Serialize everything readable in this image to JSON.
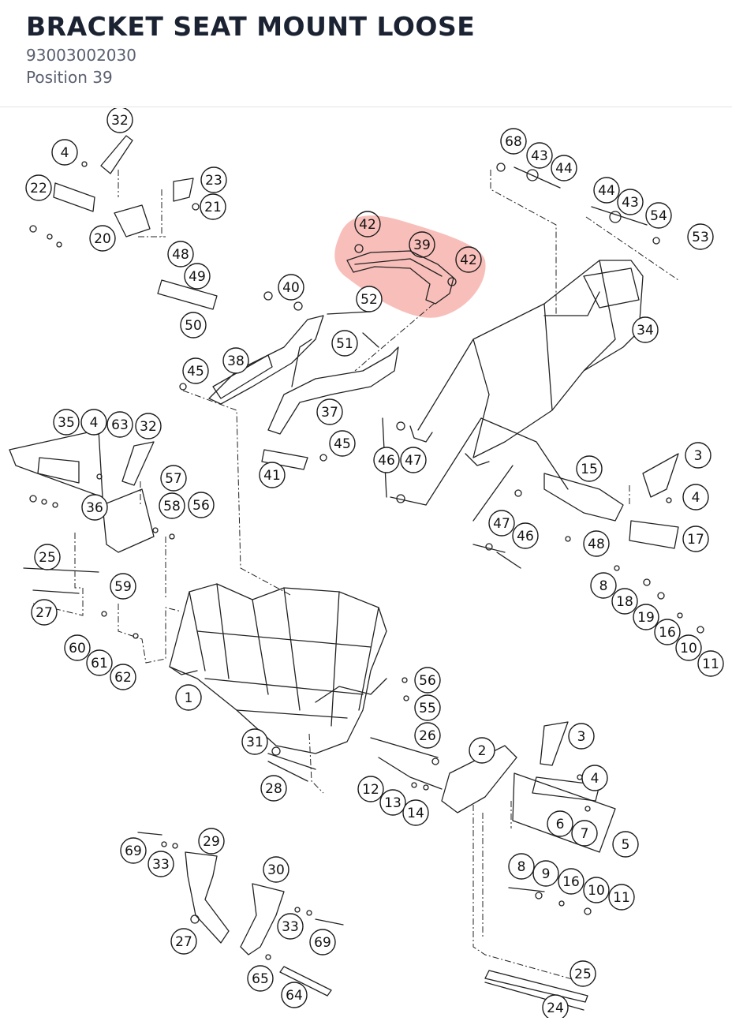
{
  "header": {
    "title": "BRACKET SEAT MOUNT LOOSE",
    "part_number": "93003002030",
    "position": "Position 39"
  },
  "diagram": {
    "highlight_color": "#f28b82",
    "callouts": [
      "32",
      "4",
      "22",
      "23",
      "21",
      "20",
      "48",
      "49",
      "50",
      "68",
      "43",
      "44",
      "44",
      "43",
      "54",
      "53",
      "42",
      "39",
      "42",
      "40",
      "52",
      "51",
      "38",
      "45",
      "37",
      "45",
      "41",
      "34",
      "46",
      "47",
      "35",
      "4",
      "63",
      "32",
      "57",
      "36",
      "58",
      "56",
      "25",
      "59",
      "27",
      "60",
      "61",
      "62",
      "3",
      "4",
      "15",
      "17",
      "47",
      "46",
      "48",
      "8",
      "18",
      "19",
      "16",
      "10",
      "11",
      "1",
      "56",
      "55",
      "26",
      "31",
      "28",
      "3",
      "2",
      "4",
      "12",
      "13",
      "14",
      "6",
      "7",
      "5",
      "29",
      "69",
      "33",
      "30",
      "27",
      "33",
      "69",
      "65",
      "64",
      "8",
      "9",
      "16",
      "10",
      "11",
      "25",
      "24"
    ],
    "highlighted": [
      "42",
      "39",
      "42"
    ]
  }
}
